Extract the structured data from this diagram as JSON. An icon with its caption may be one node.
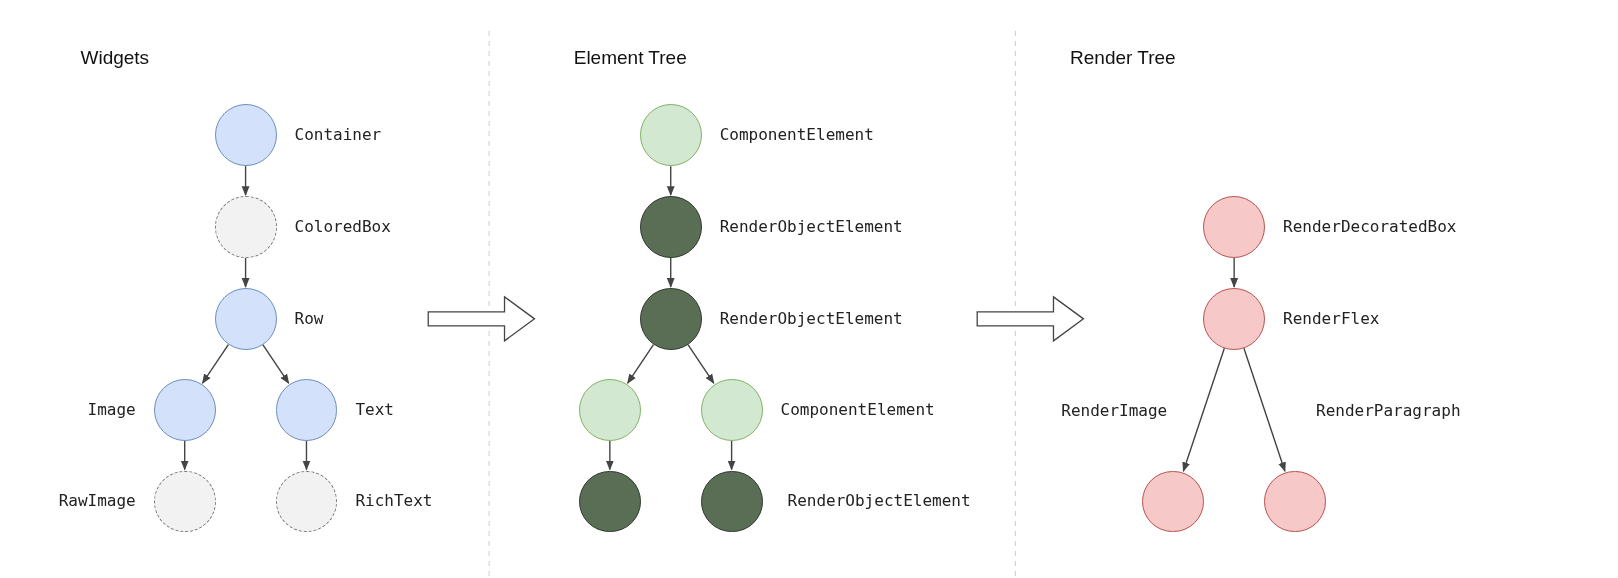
{
  "diagram": {
    "nodes": [
      {
        "text": [],
        "shape": "circle",
        "beside": [
          "Container"
        ]
      },
      {
        "text": [],
        "shape": "circle",
        "beside": [
          "ColoredBox"
        ]
      },
      {
        "text": [],
        "shape": "circle",
        "beside": [
          "Row"
        ]
      },
      {
        "text": [],
        "shape": "circle",
        "beside": [
          "Image"
        ]
      },
      {
        "text": [],
        "shape": "circle",
        "beside": [
          "Text"
        ]
      },
      {
        "text": [],
        "shape": "circle",
        "beside": [
          "RawImage"
        ]
      },
      {
        "text": [],
        "shape": "circle",
        "beside": [
          "RichText"
        ]
      },
      {
        "text": [],
        "shape": "circle",
        "beside": [
          "ComponentElement"
        ]
      },
      {
        "text": [],
        "shape": "circle",
        "beside": [
          "RenderObjectElement"
        ]
      },
      {
        "text": [],
        "shape": "circle",
        "beside": [
          "RenderObjectElement"
        ]
      },
      {
        "text": [],
        "shape": "circle"
      },
      {
        "text": [],
        "shape": "circle",
        "beside": [
          "ComponentElement"
        ]
      },
      {
        "text": [],
        "shape": "circle"
      },
      {
        "text": [],
        "shape": "circle",
        "beside": [
          "RenderObjectElement"
        ]
      },
      {
        "text": [],
        "shape": "circle",
        "beside": [
          "RenderDecoratedBox"
        ]
      },
      {
        "text": [],
        "shape": "circle",
        "beside": [
          "RenderFlex"
        ]
      },
      {
        "text": [],
        "shape": "circle",
        "beside": [
          "RenderImage"
        ]
      },
      {
        "text": [],
        "shape": "circle",
        "beside": [
          "RenderParagraph"
        ]
      }
    ],
    "edges": [
      {
        "from": 0,
        "to": 1,
        "arrow": "to"
      },
      {
        "from": 1,
        "to": 2,
        "arrow": "to"
      },
      {
        "from": 2,
        "to": 3,
        "arrow": "to"
      },
      {
        "from": 2,
        "to": 4,
        "arrow": "to"
      },
      {
        "from": 3,
        "to": 5,
        "arrow": "to"
      },
      {
        "from": 4,
        "to": 6,
        "arrow": "to"
      },
      {
        "from": 7,
        "to": 8,
        "arrow": "to"
      },
      {
        "from": 8,
        "to": 9,
        "arrow": "to"
      },
      {
        "from": 9,
        "to": 10,
        "arrow": "to"
      },
      {
        "from": 9,
        "to": 11,
        "arrow": "to"
      },
      {
        "from": 10,
        "to": 12,
        "arrow": "to"
      },
      {
        "from": 11,
        "to": 13,
        "arrow": "to"
      },
      {
        "from": 14,
        "to": 15,
        "arrow": "to"
      },
      {
        "from": 15,
        "to": 16,
        "arrow": "to"
      },
      {
        "from": 15,
        "to": 17,
        "arrow": "to"
      }
    ],
    "labels": [
      "Widgets",
      "Element Tree",
      "Render Tree"
    ]
  }
}
